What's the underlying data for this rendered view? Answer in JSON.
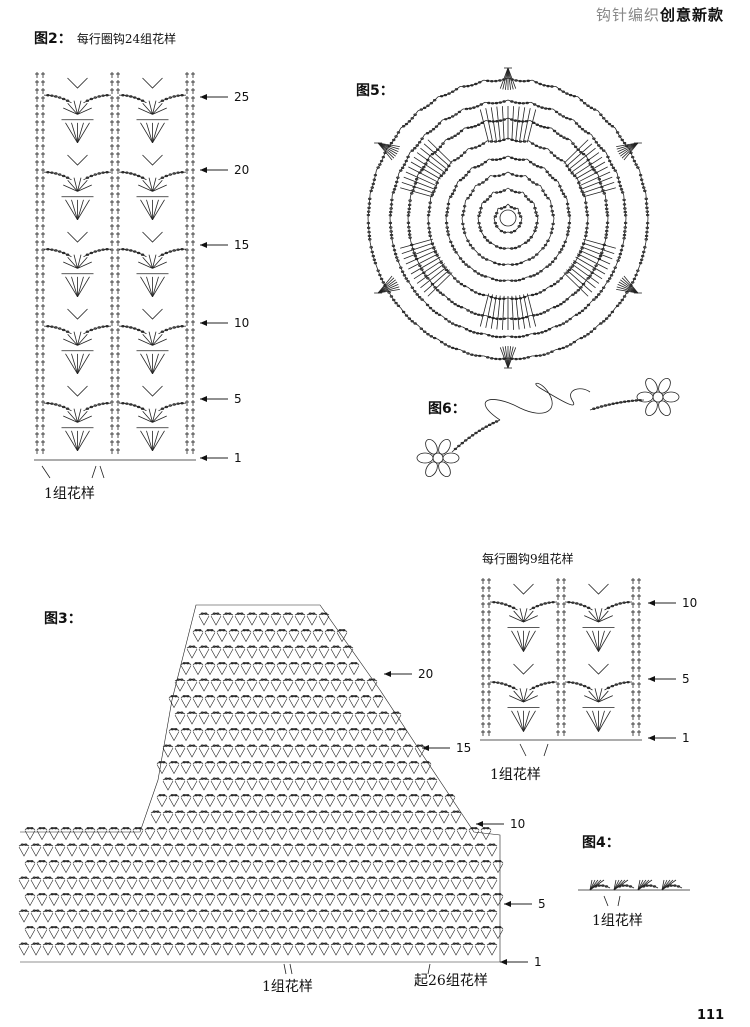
{
  "header": {
    "part1": "钩针编织",
    "part2": "创意新款"
  },
  "fig2": {
    "label": "图2：",
    "subtitle": "每行圈钩24组花样",
    "rows": [
      "25",
      "20",
      "15",
      "10",
      "5",
      "1"
    ],
    "caption": "1组花样"
  },
  "fig5": {
    "label": "图5："
  },
  "fig6": {
    "label": "图6："
  },
  "fig3": {
    "label": "图3：",
    "rows": [
      "20",
      "15",
      "10",
      "5",
      "1"
    ],
    "caption_unit": "1组花样",
    "caption_start": "起26组花样"
  },
  "fig_small": {
    "subtitle": "每行圈钩9组花样",
    "rows": [
      "10",
      "5",
      "1"
    ],
    "caption": "1组花样"
  },
  "fig4": {
    "label": "图4：",
    "caption": "1组花样"
  },
  "page_number": "111"
}
